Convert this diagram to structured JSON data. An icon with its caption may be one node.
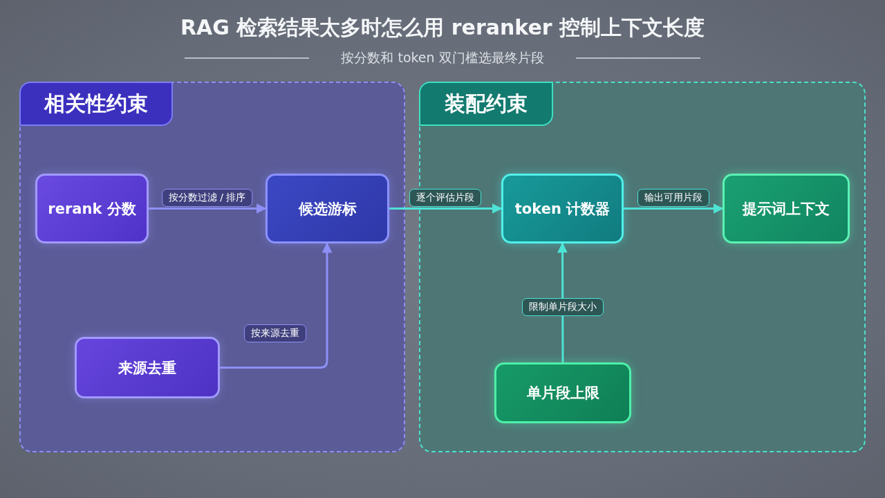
{
  "diagram": {
    "title": "RAG 检索结果太多时怎么用 reranker 控制上下文长度",
    "caption": "按分数和 token 双门槛选最终片段",
    "nodes": [
      {
        "text": [
          "相关性约束"
        ]
      },
      {
        "text": [
          "rerank 分数"
        ],
        "in": 0
      },
      {
        "text": [
          "候选游标"
        ],
        "in": 0
      },
      {
        "text": [
          "来源去重"
        ],
        "in": 0
      },
      {
        "text": [
          "装配约束"
        ]
      },
      {
        "text": [
          "token 计数器"
        ],
        "in": 4
      },
      {
        "text": [
          "提示词上下文"
        ],
        "in": 4
      },
      {
        "text": [
          "单片段上限"
        ],
        "in": 4
      }
    ],
    "edges": [
      {
        "from": 1,
        "to": 2,
        "arrow": "to",
        "label": "按分数过滤 / 排序"
      },
      {
        "from": 3,
        "to": 2,
        "arrow": "to",
        "label": "按来源去重"
      },
      {
        "from": 2,
        "to": 5,
        "arrow": "to",
        "label": "逐个评估片段"
      },
      {
        "from": 5,
        "to": 6,
        "arrow": "to",
        "label": "输出可用片段"
      },
      {
        "from": 7,
        "to": 5,
        "arrow": "to",
        "label": "限制单片段大小"
      }
    ]
  }
}
